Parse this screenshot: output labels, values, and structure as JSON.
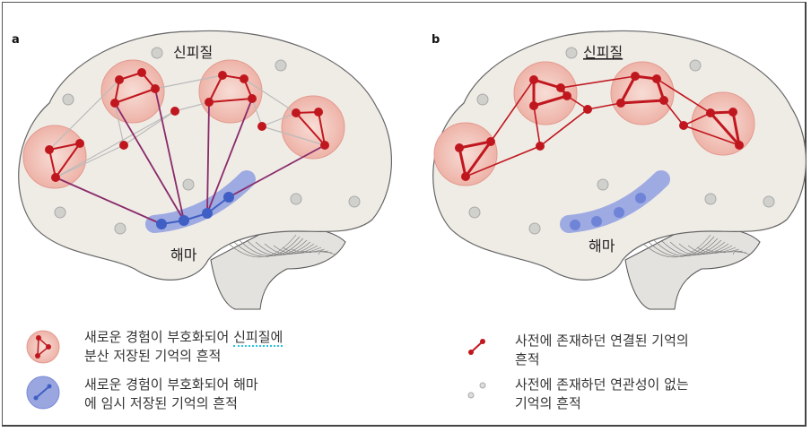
{
  "panels": [
    {
      "letter": "a",
      "cortex_label": "신피질",
      "hippocampus_label": "해마"
    },
    {
      "letter": "b",
      "cortex_label": "신피질",
      "hippocampus_label": "해마"
    }
  ],
  "legend": {
    "cortex_trace": {
      "line1_prefix": "새로운 경험이 부호화되어 ",
      "line1_underlined": "신피질에",
      "line2": "분산 저장된 기억의 흔적"
    },
    "hippocampus_trace": {
      "line1": "새로운 경험이 부호화되어 해마",
      "line2": "에 임시 저장된 기억의 흔적"
    },
    "linked_trace": {
      "line1": "사전에 존재하던 연결된 기억의",
      "line2": "흔적"
    },
    "unrelated_trace": {
      "line1": "사전에 존재하던 연관성이 없는",
      "line2": "기억의 흔적"
    }
  },
  "colors": {
    "red": "#c0171f",
    "circle_fill": "#f2c4bc",
    "blue": "#3f5fc4",
    "blue_band": "#8f9fe0",
    "gray_node": "#d0d0cc",
    "brain": "#efece6"
  }
}
